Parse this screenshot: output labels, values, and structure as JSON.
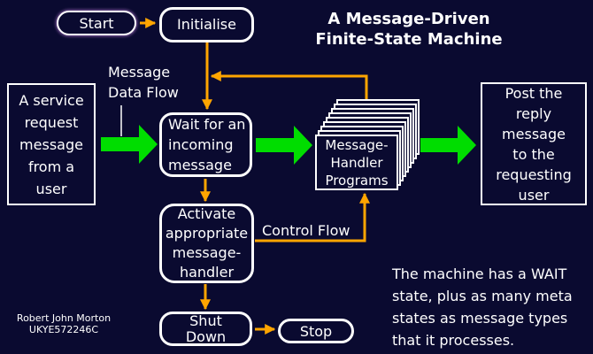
{
  "colors": {
    "background": "#0a0a30",
    "node_border": "#ffffff",
    "text": "#ffffff",
    "data_flow_green": "#00dd00",
    "control_flow_orange": "#ffa500",
    "leader_line": "#ffffff"
  },
  "title": "A Message-Driven\nFinite-State Machine",
  "nodes": {
    "start": {
      "label": "Start"
    },
    "initialise": {
      "label": "Initialise"
    },
    "service_request": {
      "label": "A service\nrequest\nmessage\nfrom a\nuser"
    },
    "wait": {
      "label": "Wait for an\nincoming\nmessage"
    },
    "activate": {
      "label": "Activate\nappropriate\nmessage-\nhandler"
    },
    "shut_down": {
      "label": "Shut\nDown"
    },
    "stop": {
      "label": "Stop"
    },
    "handler_stack": {
      "label": "Message-\nHandler\nPrograms",
      "layers": 9
    },
    "post_reply": {
      "label": "Post the\nreply\nmessage\nto the\nrequesting\nuser"
    }
  },
  "labels": {
    "message_data_flow": "Message\nData Flow",
    "control_flow": "Control Flow",
    "note": "The machine has a WAIT\nstate, plus as many meta\nstates as message types\nthat it processes.",
    "author": "Robert John Morton\nUKYE572246C"
  }
}
